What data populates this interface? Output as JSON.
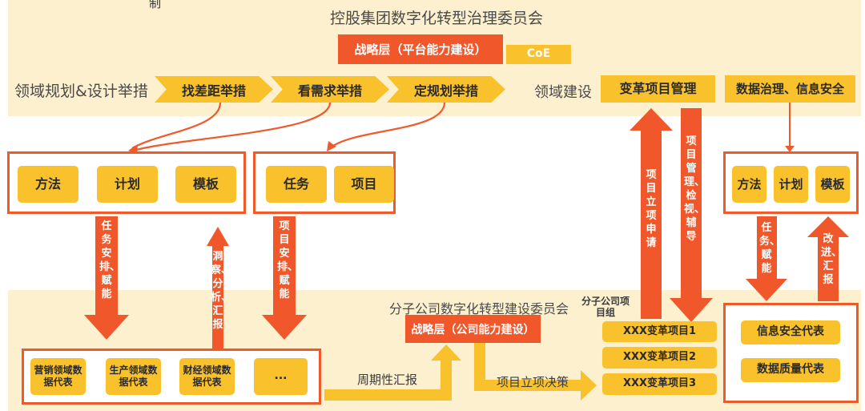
{
  "top_cut_text": "制",
  "committee_title": "控股集团数字化转型治理委员会",
  "strategy_top": "战略层（平台能力建设）",
  "coe": "CoE",
  "domain_planning_label": "领域规划&设计举措",
  "chevrons": [
    "找差距举措",
    "看需求举措",
    "定规划举措"
  ],
  "domain_build_label": "领域建设",
  "change_mgmt": "变革项目管理",
  "data_governance": "数据治理、信息安全",
  "left_group": [
    "方法",
    "计划",
    "模板"
  ],
  "mid_group": [
    "任务",
    "项目"
  ],
  "right_group": [
    "方法",
    "计划",
    "模板"
  ],
  "arrows": {
    "task_assign": "任务安排、赋能",
    "insight": "洞察、分析、汇报",
    "project_assign": "项目安排、赋能",
    "project_apply": "项目立项申请",
    "project_manage": "项目管理、检视、辅导",
    "right_task": "任务、赋能",
    "right_improve": "改进、汇报"
  },
  "sub_committee": "分子公司数字化转型建设委员会",
  "sub_project_group": "分子公司项目组",
  "strategy_sub": "战略层（公司能力建设）",
  "reps": [
    "营销领域数据代表",
    "生产领域数据代表",
    "财经领域数据代表",
    "..."
  ],
  "periodic_report": "周期性汇报",
  "project_decision": "项目立项决策",
  "projects": [
    "XXX变革项目1",
    "XXX变革项目2",
    "XXX变革项目3"
  ],
  "security_rep": "信息安全代表",
  "quality_rep": "数据质量代表",
  "colors": {
    "accent_red": "#f0582b",
    "accent_yellow": "#f9c12b",
    "band": "#fdf0cf"
  }
}
